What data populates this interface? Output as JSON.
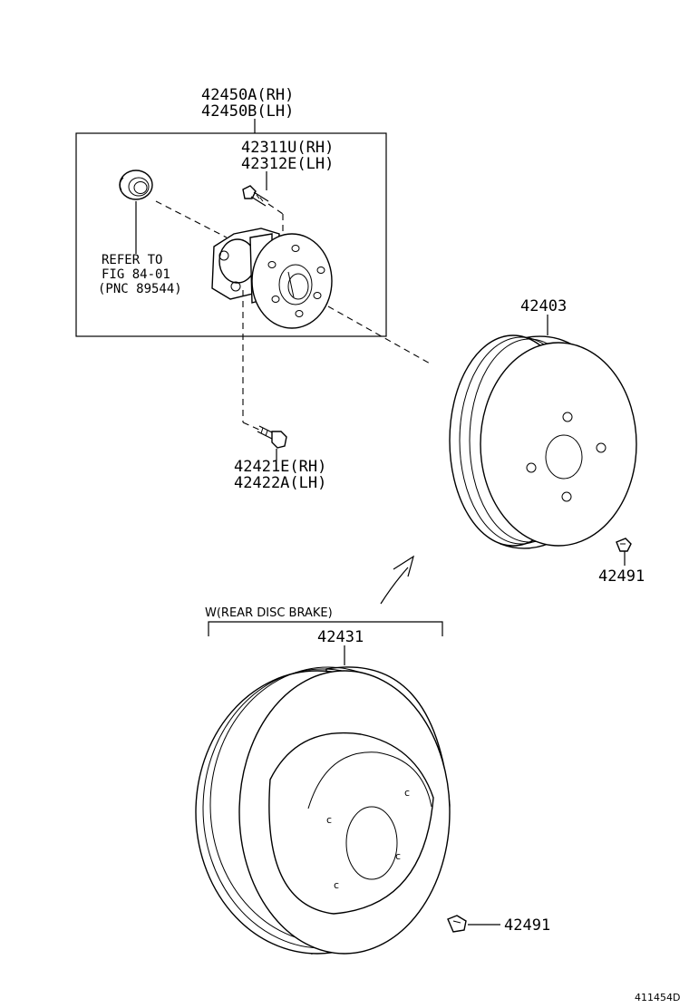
{
  "hub_assembly": {
    "part_rh": "42450A(RH)",
    "part_lh": "42450B(LH)"
  },
  "hub_bolt": {
    "part_rh": "42311U(RH)",
    "part_lh": "42312E(LH)"
  },
  "bearing_ref": {
    "line1": "REFER TO",
    "line2": "FIG 84-01",
    "line3": "(PNC 89544)"
  },
  "mount_bolt": {
    "part_rh": "42421E(RH)",
    "part_lh": "42422A(LH)"
  },
  "brake_drum": {
    "part": "42403"
  },
  "hole_plug_upper": {
    "part": "42491"
  },
  "disc_group": {
    "condition": "W(REAR DISC BRAKE)"
  },
  "brake_disc": {
    "part": "42431"
  },
  "hole_plug_lower": {
    "part": "42491"
  },
  "figure_code": "411454D"
}
